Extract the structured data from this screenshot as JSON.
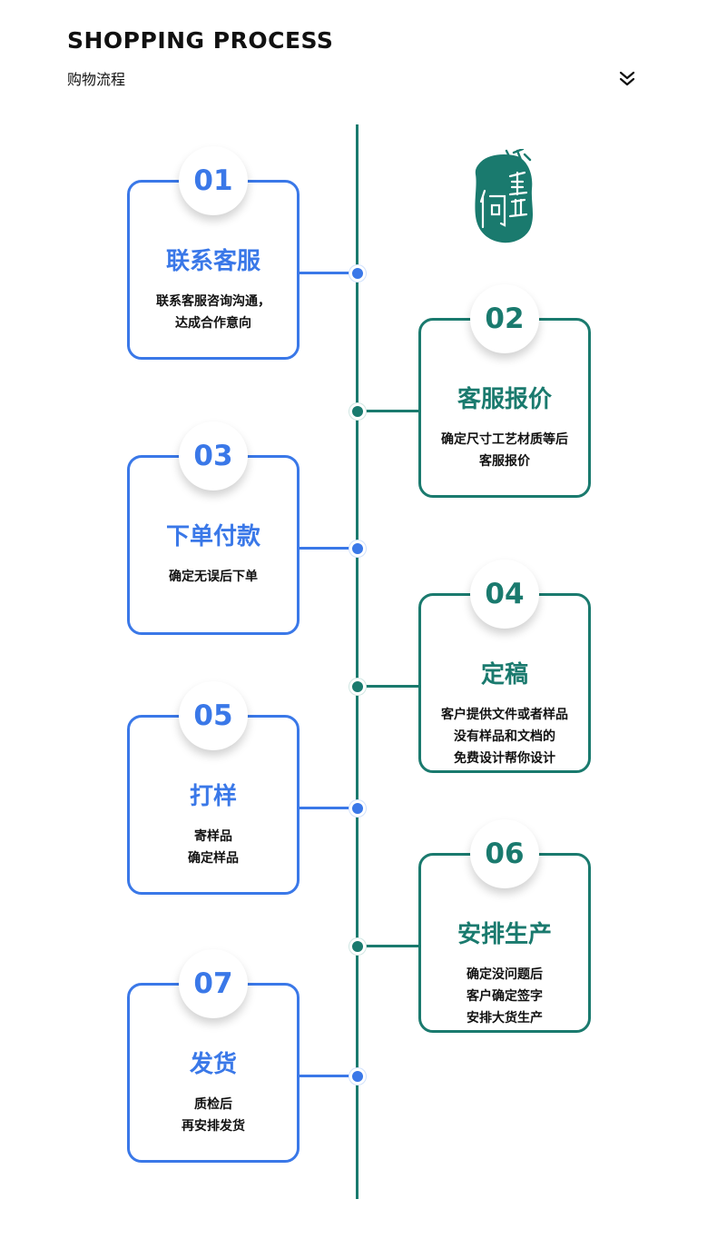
{
  "header": {
    "title": "SHOPPING PROCESS",
    "subtitle": "购物流程"
  },
  "icons": {
    "scroll": "double-chevron-down-icon",
    "seal": "seal-logo"
  },
  "seal_text": "何藏",
  "colors": {
    "blue": "#3a78e8",
    "green": "#1a7a6e",
    "line": "#1a7a6e"
  },
  "steps": [
    {
      "num": "01",
      "title": "联系客服",
      "lines": [
        "联系客服咨询沟通，",
        "达成合作意向"
      ],
      "side": "left",
      "color": "blue"
    },
    {
      "num": "02",
      "title": "客服报价",
      "lines": [
        "确定尺寸工艺材质等后",
        "客服报价"
      ],
      "side": "right",
      "color": "green"
    },
    {
      "num": "03",
      "title": "下单付款",
      "lines": [
        "确定无误后下单"
      ],
      "side": "left",
      "color": "blue"
    },
    {
      "num": "04",
      "title": "定稿",
      "lines": [
        "客户提供文件或者样品",
        "没有样品和文档的",
        "免费设计帮你设计"
      ],
      "side": "right",
      "color": "green"
    },
    {
      "num": "05",
      "title": "打样",
      "lines": [
        "寄样品",
        "确定样品"
      ],
      "side": "left",
      "color": "blue"
    },
    {
      "num": "06",
      "title": "安排生产",
      "lines": [
        "确定没问题后",
        "客户确定签字",
        "安排大货生产"
      ],
      "side": "right",
      "color": "green"
    },
    {
      "num": "07",
      "title": "发货",
      "lines": [
        "质检后",
        "再安排发货"
      ],
      "side": "left",
      "color": "blue"
    }
  ]
}
